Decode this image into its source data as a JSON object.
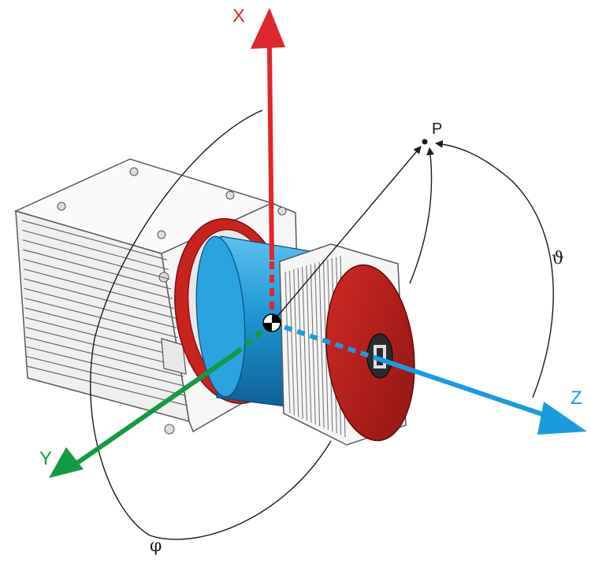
{
  "axes": {
    "x": {
      "label": "X",
      "color": "#e0262b"
    },
    "y": {
      "label": "Y",
      "color": "#139a43"
    },
    "z": {
      "label": "Z",
      "color": "#1a9be0"
    }
  },
  "point": {
    "label": "P"
  },
  "angles": {
    "theta": {
      "label": "ϑ"
    },
    "phi": {
      "label": "φ"
    }
  },
  "colors": {
    "housing_fill": "#f4f4f4",
    "housing_stroke": "#5a5a5a",
    "flange_red": "#c8231f",
    "cylinder_blue": "#1f97d4",
    "cap_red": "#b71c1c",
    "line": "#1a1a1a"
  }
}
